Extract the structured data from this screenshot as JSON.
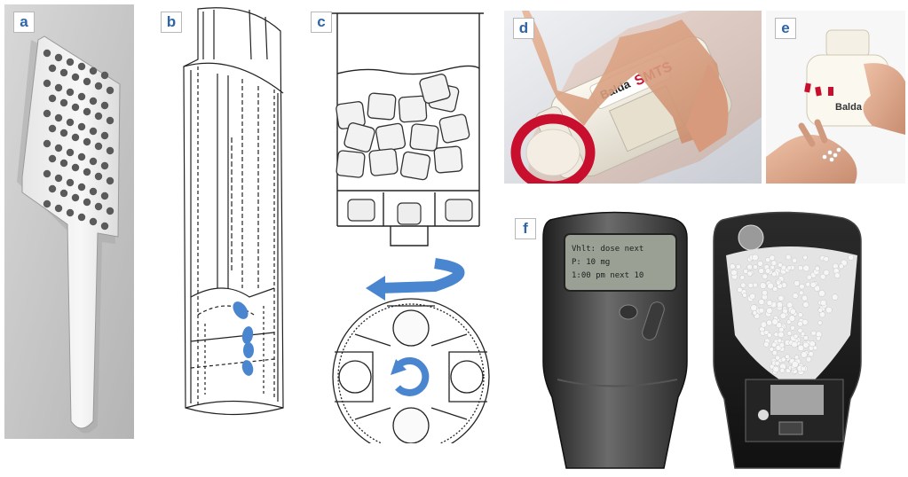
{
  "panels": {
    "a": {
      "label": "a"
    },
    "b": {
      "label": "b"
    },
    "c": {
      "label": "c"
    },
    "d": {
      "label": "d",
      "bottle_brand": "Balda",
      "bottle_name": "SMTS"
    },
    "e": {
      "label": "e",
      "bottle_brand": "Balda"
    },
    "f": {
      "label": "f",
      "screen_lines": [
        "Vhlt: dose next",
        "P: 10 mg",
        "1:00 pm next 10"
      ]
    }
  },
  "colors": {
    "label_text": "#2e64a8",
    "pellet_blue": "#4a86d0",
    "arrow_blue": "#4a86d0",
    "bottle_red": "#c8102e"
  }
}
